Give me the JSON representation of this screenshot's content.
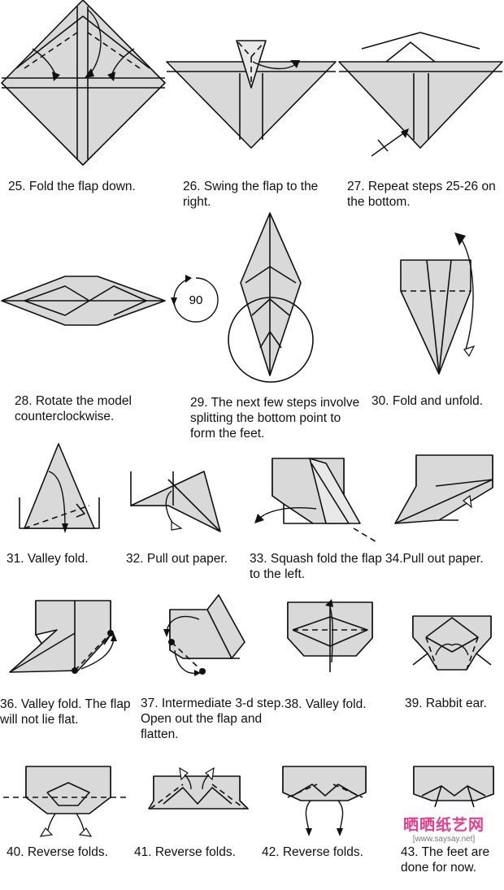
{
  "steps": [
    {
      "n": "25",
      "caption": "25.  Fold the flap down."
    },
    {
      "n": "26",
      "caption": "26.  Swing the flap to the right."
    },
    {
      "n": "27",
      "caption": "27.  Repeat steps 25-26 on the bottom."
    },
    {
      "n": "28",
      "caption": "28.  Rotate the model counterclockwise."
    },
    {
      "n": "29",
      "caption": "29.  The next few steps involve splitting the bottom point to form the feet."
    },
    {
      "n": "30",
      "caption": "30.  Fold and unfold."
    },
    {
      "n": "31",
      "caption": "31.  Valley fold."
    },
    {
      "n": "32",
      "caption": "32.  Pull out paper."
    },
    {
      "n": "33",
      "caption": "33.  Squash fold the flap to the left."
    },
    {
      "n": "34",
      "caption": "34.Pull out paper."
    },
    {
      "n": "36",
      "caption": "36.  Valley fold.  The flap will not lie flat."
    },
    {
      "n": "37",
      "caption": "37.  Intermediate 3-d step.  Open out the flap and flatten."
    },
    {
      "n": "38",
      "caption": "38.  Valley fold."
    },
    {
      "n": "39",
      "caption": "39.  Rabbit ear."
    },
    {
      "n": "40",
      "caption": "40.  Reverse folds."
    },
    {
      "n": "41",
      "caption": "41.  Reverse folds."
    },
    {
      "n": "42",
      "caption": "42.  Reverse folds."
    },
    {
      "n": "43",
      "caption": "43.  The feet are done for now."
    }
  ],
  "rotate_label": "90",
  "watermark": {
    "logo": "晒晒纸艺网",
    "url": "[www.saysay.net]"
  }
}
